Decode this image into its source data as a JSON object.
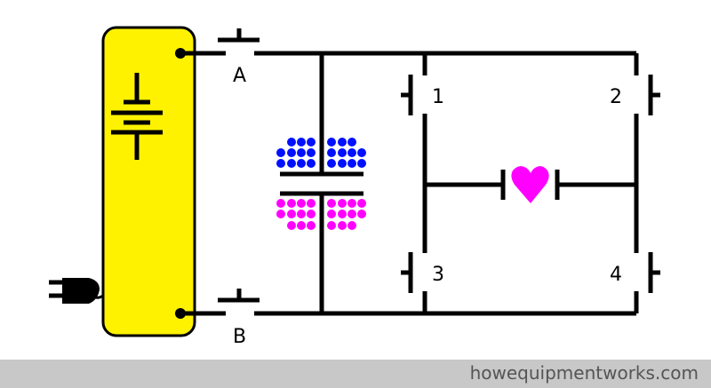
{
  "labels": {
    "switch_a": "A",
    "switch_b": "B",
    "switch_1": "1",
    "switch_2": "2",
    "switch_3": "3",
    "switch_4": "4"
  },
  "footer": {
    "site": "howequipmentworks.com"
  },
  "colors": {
    "power_supply": "#fff200",
    "positive_charge": "#0010ff",
    "negative_charge": "#ff00ff",
    "heart": "#ff00ff",
    "footer_bg": "#c8c8c8"
  }
}
